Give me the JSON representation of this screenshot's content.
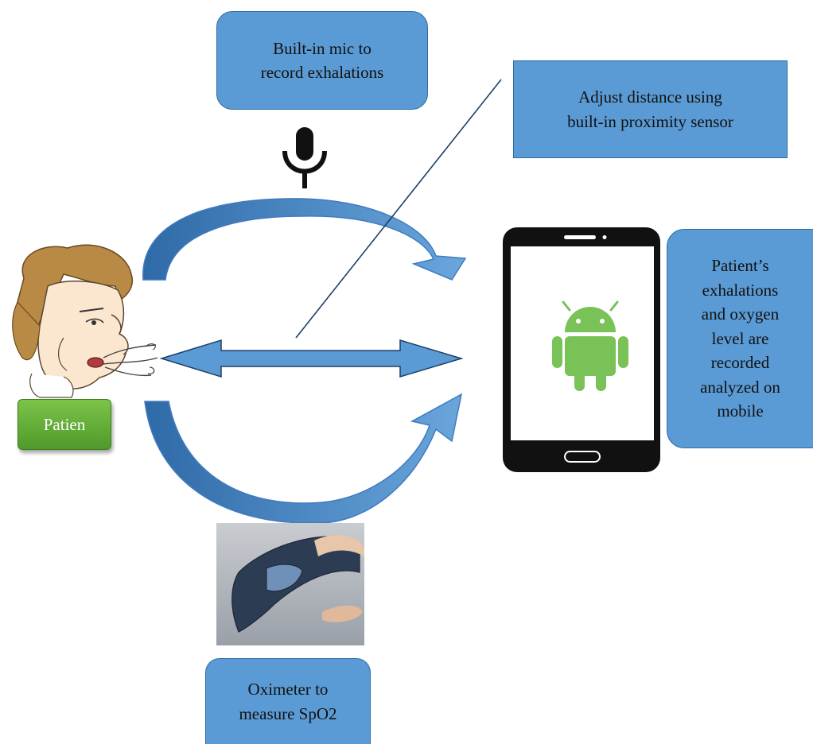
{
  "boxes": {
    "mic": {
      "line1": "Built-in mic to",
      "line2": "record exhalations"
    },
    "proximity": {
      "line1": "Adjust distance using",
      "line2": "built-in proximity sensor"
    },
    "mobile": {
      "line1": "Patient’s",
      "line2": "exhalations",
      "line3": "and oxygen",
      "line4": "level are",
      "line5": "recorded",
      "line6": "analyzed on",
      "line7": "mobile"
    },
    "oximeter": {
      "line1": "Oximeter to",
      "line2": "measure SpO2"
    }
  },
  "patient": {
    "label": "Patien"
  },
  "icons": {
    "microphone": "microphone-icon",
    "phone": "smartphone-icon",
    "android": "android-robot-icon",
    "oximeter": "pulse-oximeter-photo",
    "patient": "patient-blowing-illustration"
  },
  "colors": {
    "box_fill": "#5b9bd5",
    "arrow_fill": "#5b9bd5",
    "patient_label": "#62ad37",
    "android_green": "#78c257",
    "phone_body": "#111111"
  }
}
